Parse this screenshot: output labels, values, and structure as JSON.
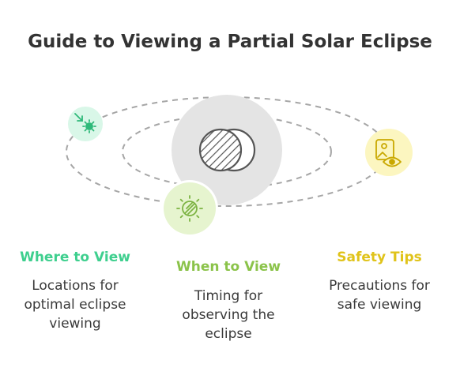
{
  "title": "Guide to Viewing a Partial Solar Eclipse",
  "colors": {
    "where": "#3ecf8e",
    "when": "#8bc34a",
    "safety": "#e0c31a",
    "orbit": "#9e9e9e",
    "sun_disc": "#e4e4e4"
  },
  "items": [
    {
      "heading": "Where to View",
      "description": [
        "Locations for",
        "optimal eclipse",
        "viewing"
      ],
      "icon": "compass-arrow-icon"
    },
    {
      "heading": "When to View",
      "description": [
        "Timing for",
        "observing the",
        "eclipse"
      ],
      "icon": "sun-eclipse-icon"
    },
    {
      "heading": "Safety Tips",
      "description": [
        "Precautions for",
        "safe viewing"
      ],
      "icon": "eye-image-icon"
    }
  ]
}
